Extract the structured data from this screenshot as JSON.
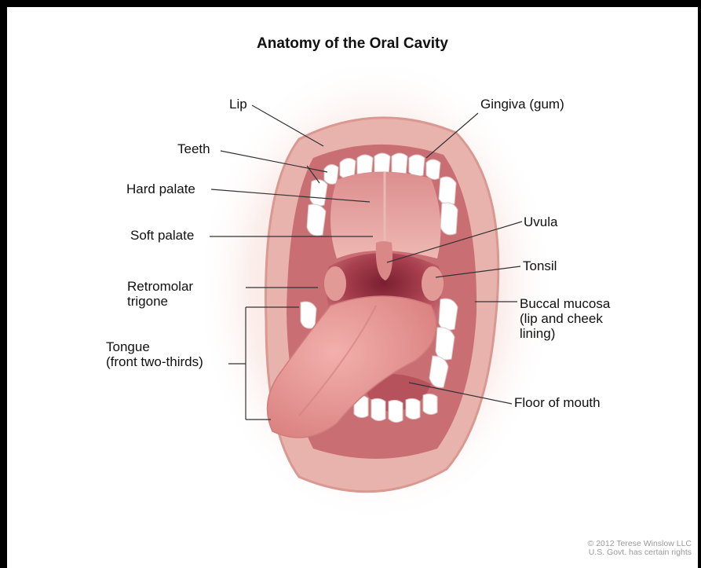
{
  "title": "Anatomy of the Oral Cavity",
  "labels": {
    "lip": "Lip",
    "teeth": "Teeth",
    "hard_palate": "Hard palate",
    "soft_palate": "Soft palate",
    "retromolar_line1": "Retromolar",
    "retromolar_line2": "trigone",
    "tongue_line1": "Tongue",
    "tongue_line2": "(front two-thirds)",
    "gingiva": "Gingiva (gum)",
    "uvula": "Uvula",
    "tonsil": "Tonsil",
    "buccal_line1": "Buccal mucosa",
    "buccal_line2": "(lip and cheek",
    "buccal_line3": "lining)",
    "floor_of_mouth": "Floor of mouth"
  },
  "copyright": {
    "line1": "© 2012 Terese Winslow LLC",
    "line2": "U.S. Govt. has certain rights"
  },
  "colors": {
    "lip": "#e9b3ad",
    "skin_glow": "#f6dcd6",
    "palate": "#e7a7a3",
    "throat": "#b24a58",
    "tongue": "#e79a97",
    "teeth": "#ffffff",
    "leader_line": "#333333"
  }
}
